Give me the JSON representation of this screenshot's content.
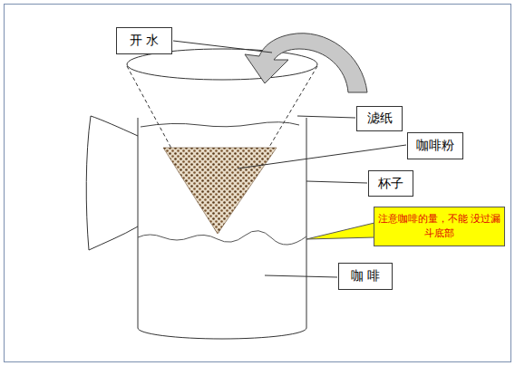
{
  "diagram": {
    "nodes": [
      {
        "text": [
          "开 水"
        ]
      },
      {
        "text": [
          "滤纸"
        ]
      },
      {
        "text": [
          "咖啡粉"
        ]
      },
      {
        "text": [
          "杯子"
        ]
      },
      {
        "text": [
          "注意咖啡的量，不能 没过漏斗底部"
        ]
      },
      {
        "text": [
          "咖 啡"
        ]
      }
    ]
  }
}
